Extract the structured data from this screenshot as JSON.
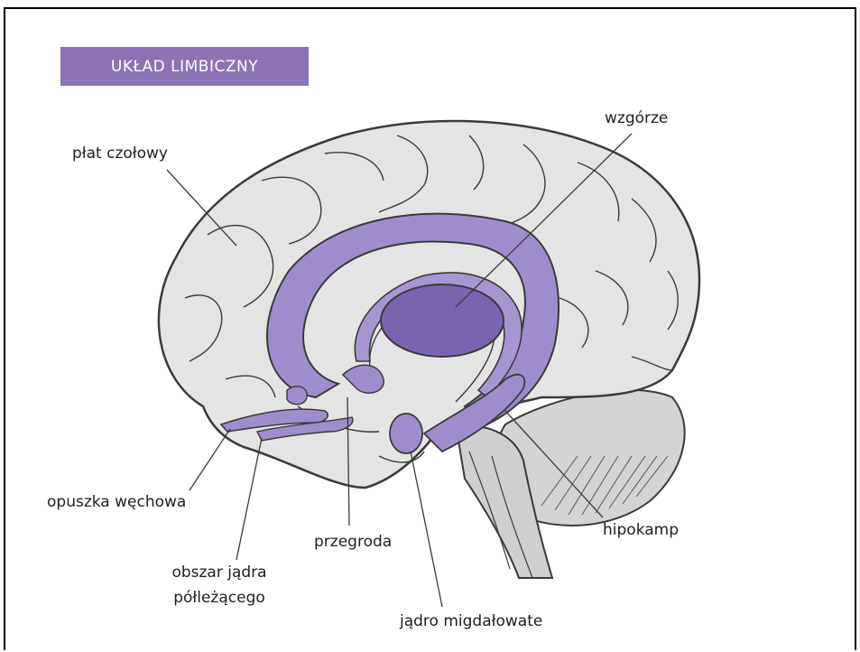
{
  "title": "UKŁAD LIMBICZNY",
  "labels": {
    "frontal_lobe": "płat czołowy",
    "thalamus": "wzgórze",
    "olfactory_bulb": "opuszka węchowa",
    "septum": "przegroda",
    "hippocampus": "hipokamp",
    "subcallosal_line1": "obszar jądra",
    "subcallosal_line2": "półleżącego",
    "amygdala": "jądro migdałowate"
  },
  "colors": {
    "title_bg": "#8b73b5",
    "limbic_fill": "#9f8ccd",
    "limbic_dark": "#7b64b0",
    "brain_fill": "#e4e4e4",
    "outline": "#3a3a3a"
  }
}
